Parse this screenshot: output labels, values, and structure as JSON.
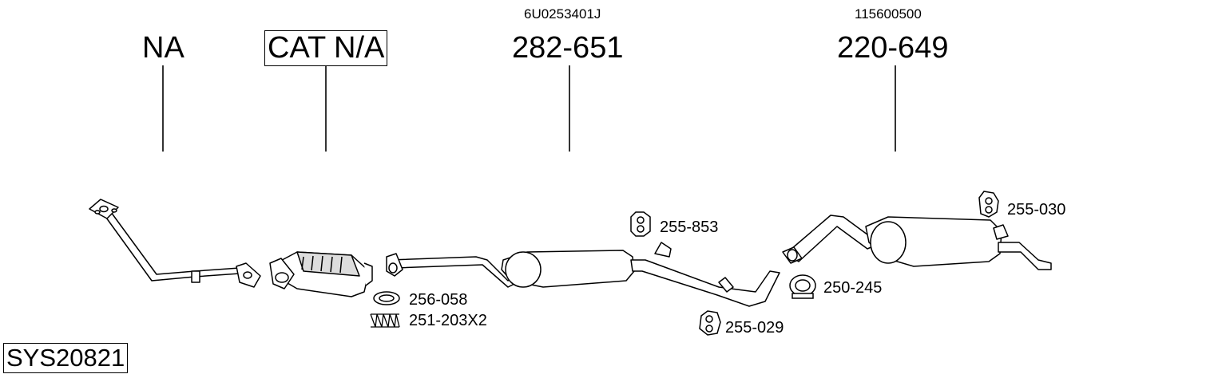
{
  "system_code": "SYS20821",
  "sections": [
    {
      "id": "front-pipe",
      "label": "NA",
      "oem": ""
    },
    {
      "id": "catalyst",
      "label": "CAT N/A",
      "oem": ""
    },
    {
      "id": "centre-silencer",
      "label": "282-651",
      "oem": "6U0253401J"
    },
    {
      "id": "rear-silencer",
      "label": "220-649",
      "oem": "115600500"
    }
  ],
  "fittings": {
    "gasket": "256-058",
    "springs": "251-203X2",
    "rubber_mount_1": "255-853",
    "rubber_mount_2": "255-029",
    "clamp": "250-245",
    "rubber_mount_3": "255-030"
  },
  "colors": {
    "line": "#000000",
    "fill": "#ffffff",
    "shade": "#d9d9d9"
  }
}
